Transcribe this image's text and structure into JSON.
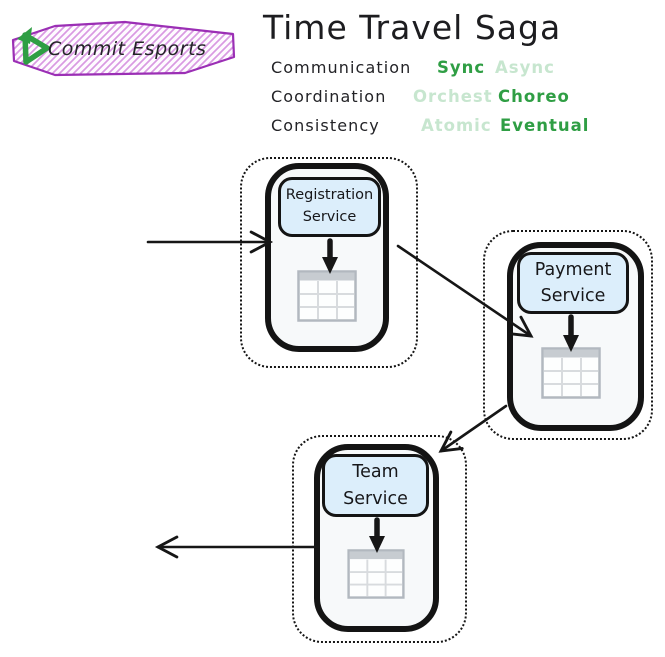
{
  "badge": {
    "text": "Commit Esports",
    "icon": "commit-play-arrow-icon",
    "border_color": "#9b2fb5",
    "hatch_color": "#d99ae2",
    "icon_color": "#2f9e44"
  },
  "title": "Time Travel Saga",
  "legend": {
    "rows": [
      {
        "label": "Communication",
        "options": [
          {
            "text": "Sync",
            "state": "active"
          },
          {
            "text": "Async",
            "state": "muted"
          }
        ]
      },
      {
        "label": "Coordination",
        "options": [
          {
            "text": "Orchest",
            "state": "muted"
          },
          {
            "text": "Choreo",
            "state": "active"
          }
        ]
      },
      {
        "label": "Consistency",
        "options": [
          {
            "text": "Atomic",
            "state": "muted"
          },
          {
            "text": "Eventual",
            "state": "active"
          }
        ]
      }
    ],
    "active_color": "#2f9e44",
    "muted_color": "#c7e6cf"
  },
  "services": [
    {
      "id": "registration",
      "line1": "Registration",
      "line2": "Service"
    },
    {
      "id": "payment",
      "line1": "Payment",
      "line2": "Service"
    },
    {
      "id": "team",
      "line1": "Team",
      "line2": "Service"
    }
  ],
  "colors": {
    "ink": "#161616",
    "service_fill": "#f7f9fa",
    "label_fill": "#dceefb",
    "table_gray": "#c7ccd1"
  }
}
